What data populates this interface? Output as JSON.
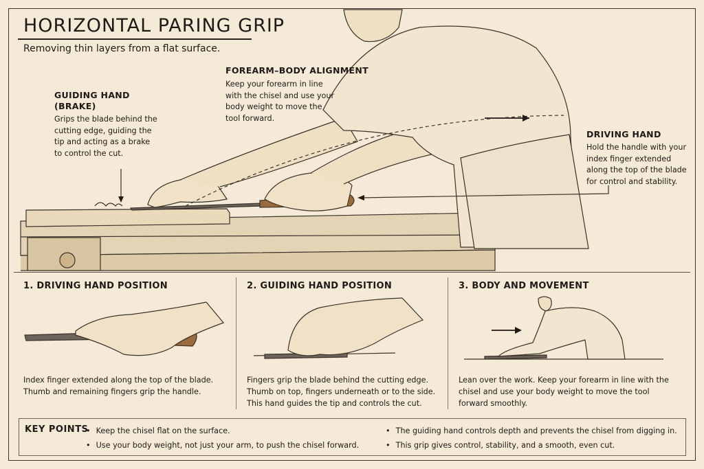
{
  "header": {
    "title": "HORIZONTAL PARING GRIP",
    "subtitle": "Removing thin layers from a flat surface."
  },
  "callouts": {
    "guiding": {
      "heading_line1": "GUIDING HAND",
      "heading_line2": "(BRAKE)",
      "lines": [
        "Grips the blade behind the",
        "cutting edge, guiding the",
        "tip and acting as a brake",
        "to control the cut."
      ]
    },
    "forearm": {
      "heading": "FOREARM–BODY ALIGNMENT",
      "lines": [
        "Keep your forearm in line",
        "with the chisel and use your",
        "body weight to move the",
        "tool forward."
      ]
    },
    "driving": {
      "heading": "DRIVING HAND",
      "lines": [
        "Hold the handle with your",
        "index finger extended",
        "along the top of the blade",
        "for control and stability."
      ]
    }
  },
  "panels": [
    {
      "heading": "1. DRIVING HAND POSITION",
      "lines": [
        "Index finger extended along the top of the blade.",
        "Thumb and remaining fingers grip the handle."
      ]
    },
    {
      "heading": "2. GUIDING HAND POSITION",
      "lines": [
        "Fingers grip the blade behind the cutting edge.",
        "Thumb on top, fingers underneath or to the side.",
        "This hand guides the tip and controls the cut."
      ]
    },
    {
      "heading": "3. BODY AND MOVEMENT",
      "lines": [
        "Lean over the work. Keep your forearm in line with the",
        "chisel and use your body weight to move the tool",
        "forward smoothly."
      ]
    }
  ],
  "key_points": {
    "title": "KEY POINTS",
    "items": [
      "Keep the chisel flat on the surface.",
      "Use your body weight, not just your arm, to push the chisel forward.",
      "The guiding hand controls depth and prevents the chisel from digging in.",
      "This grip gives control, stability, and a smooth, even cut."
    ]
  },
  "colors": {
    "paper": "#f4ead7",
    "ink": "#1e1a16",
    "wood": "#d9c6a4"
  }
}
